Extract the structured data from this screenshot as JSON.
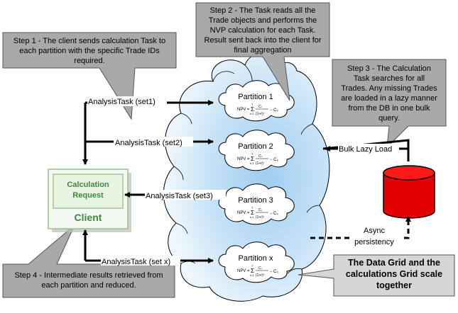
{
  "callouts": {
    "step1": [
      "Step 1 - The client sends calculation Task to",
      "each partition with the specific Trade IDs",
      "required."
    ],
    "step2": [
      "Step 2 - The Task reads all the",
      "Trade objects and performs the",
      "NVP calculation for each Task.",
      "Result sent back into the client for",
      "final aggregation"
    ],
    "step3": [
      "Step 3 - The Calculation",
      "Task searches for all",
      "Trades. Any missing Trades",
      "are loaded in a lazy manner",
      "from the DB in one bulk",
      "query."
    ],
    "step4": [
      "Step 4 - Intermediate results retrieved from",
      "each partition and reduced."
    ]
  },
  "client": {
    "request_line1": "Calculation",
    "request_line2": "Request",
    "label": "Client"
  },
  "tasks": {
    "set1": "AnalysisTask (set1)",
    "set2": "AnalysisTask (set2)",
    "set3": "AnalysisTask (set3)",
    "setx": "AnalysisTask (set x)"
  },
  "partitions": {
    "p1": "Partition 1",
    "p2": "Partition 2",
    "p3": "Partition 3",
    "px": "Partition x"
  },
  "formula": {
    "npv": "NPV =",
    "sum": "Σ",
    "sum_top": "T",
    "sum_bottom": "t=1",
    "numerator": "Cₜ",
    "denominator": "(1+r)ᵗ",
    "tail": "− C₀"
  },
  "labels": {
    "bulk_lazy_load": "Bulk Lazy Load",
    "async_line1": "Async",
    "async_line2": "persistency"
  },
  "banner": {
    "line1": "The Data Grid and the",
    "line2": "calculations Grid scale",
    "line3": "together"
  },
  "colors": {
    "callout_fill": "#a9a9a9",
    "callout_stroke": "#555555",
    "grid_fill": "#bcdcf4",
    "client_green": "#3d8a3d",
    "db_red": "#e20000",
    "banner_fill": "#d6d6d6"
  }
}
